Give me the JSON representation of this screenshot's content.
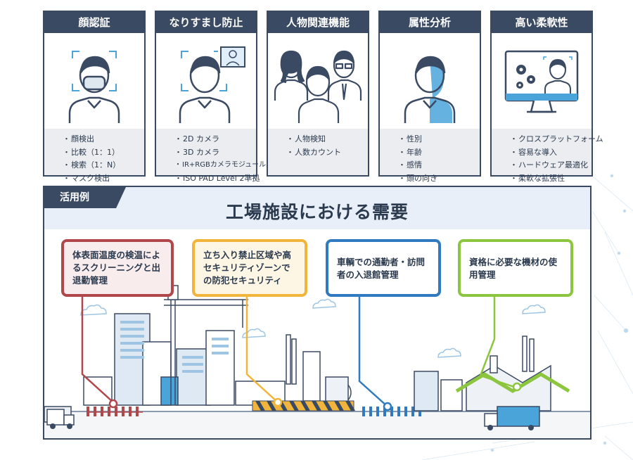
{
  "cards": [
    {
      "title": "顔認証",
      "icon": "face-scan-icon",
      "items": [
        "顔検出",
        "比較（1：1）",
        "検索（1：N）",
        "マスク検出"
      ]
    },
    {
      "title": "なりすまし防止",
      "icon": "spoof-detection-icon",
      "items": [
        "2D カメラ",
        "3D カメラ",
        "IR+RGBカメラモジュール",
        "ISO PAD Level 2準拠"
      ]
    },
    {
      "title": "人物関連機能",
      "icon": "people-group-icon",
      "items": [
        "人物検知",
        "人数カウント"
      ]
    },
    {
      "title": "属性分析",
      "icon": "attribute-analysis-icon",
      "items": [
        "性別",
        "年齢",
        "感情",
        "頭の向き"
      ]
    },
    {
      "title": "高い柔軟性",
      "icon": "monitor-gears-icon",
      "items": [
        "クロスプラットフォーム",
        "容易な導入",
        "ハードウェア最適化",
        "柔軟な拡張性"
      ]
    }
  ],
  "usecase": {
    "tag": "活用例",
    "title": "工場施設における需要",
    "callouts": [
      {
        "text": "体表面温度の検温によるスクリーニングと出退勤管理",
        "color": "#b0474a"
      },
      {
        "text": "立ち入り禁止区域や高セキュリティゾーンでの防犯セキュリティ",
        "color": "#f1b53b"
      },
      {
        "text": "車輌での通勤者・訪問者の入退館管理",
        "color": "#2f7ac0"
      },
      {
        "text": "資格に必要な機材の使用管理",
        "color": "#8cc63f"
      }
    ]
  },
  "colors": {
    "navy": "#3b4a63",
    "light_blue": "#e8eff8",
    "gray": "#ebedf0",
    "accent_blue": "#4aa3d9"
  }
}
